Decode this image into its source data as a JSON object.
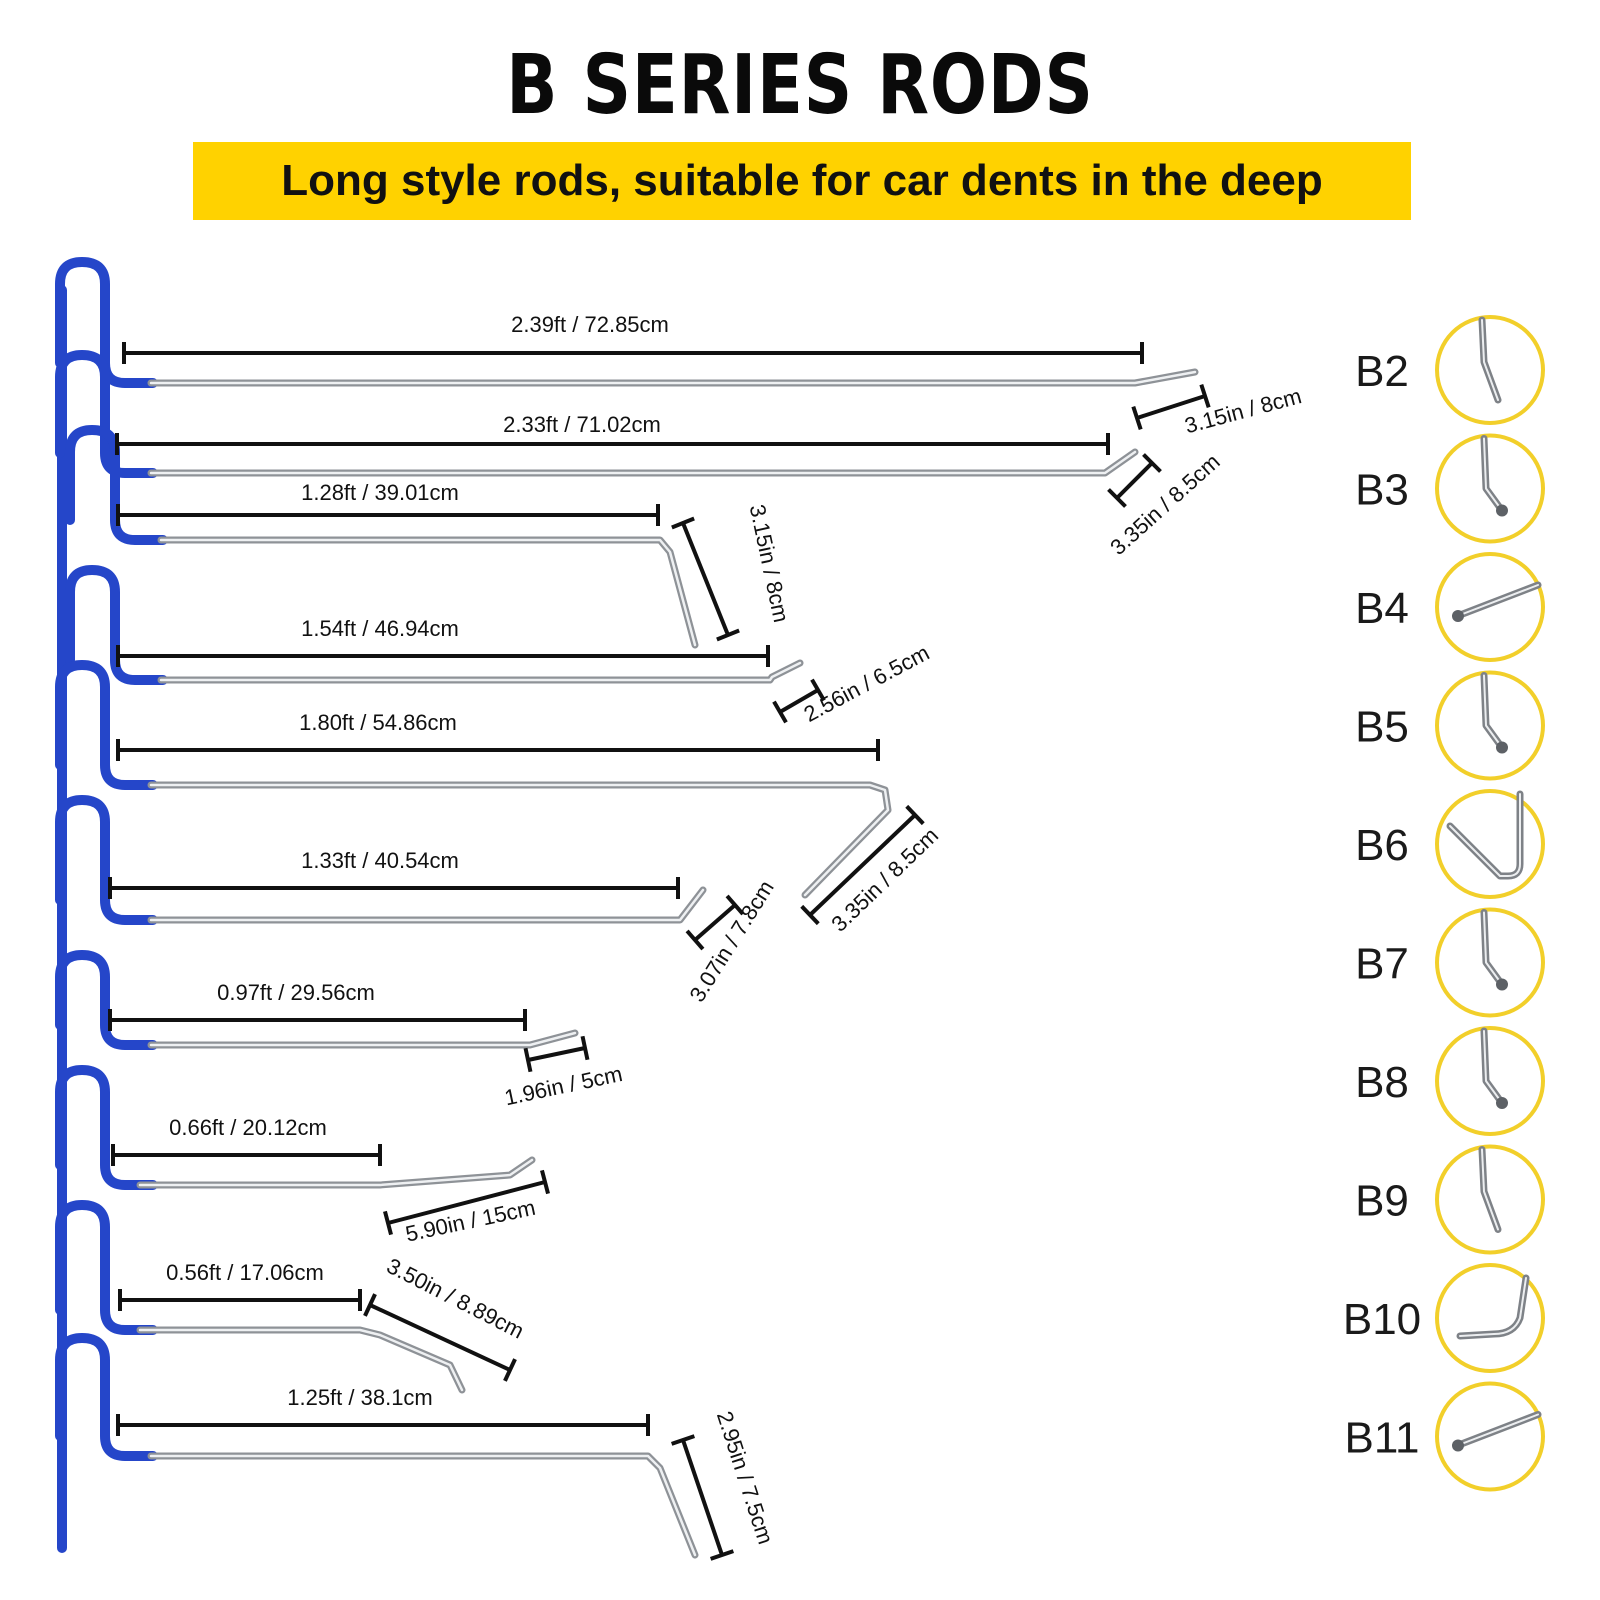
{
  "header": {
    "title": "B SERIES RODS",
    "subtitle": "Long style rods, suitable for car dents in the deep"
  },
  "colors": {
    "banner": "#ffd200",
    "handle": "#2546c9",
    "rod": "#b9bcc0",
    "dimension": "#111111",
    "tip_ring": "#f2cf2a"
  },
  "rods": [
    {
      "id": "B2",
      "length_label": "2.39ft / 72.85cm",
      "tip_label": "3.15in / 8cm"
    },
    {
      "id": "B3",
      "length_label": "2.33ft / 71.02cm",
      "tip_label": "3.35in / 8.5cm"
    },
    {
      "id": "B4",
      "length_label": "1.28ft / 39.01cm",
      "tip_label": "3.15in / 8cm"
    },
    {
      "id": "B5",
      "length_label": "1.54ft / 46.94cm",
      "tip_label": "2.56in / 6.5cm"
    },
    {
      "id": "B6",
      "length_label": "1.80ft / 54.86cm",
      "tip_label": "3.35in / 8.5cm"
    },
    {
      "id": "B7",
      "length_label": "1.33ft / 40.54cm",
      "tip_label": "3.07in / 7.8cm"
    },
    {
      "id": "B8",
      "length_label": "0.97ft / 29.56cm",
      "tip_label": "1.96in / 5cm"
    },
    {
      "id": "B9",
      "length_label": "0.66ft / 20.12cm",
      "tip_label": "5.90in / 15cm"
    },
    {
      "id": "B10",
      "length_label": "0.56ft / 17.06cm",
      "tip_label": "3.50in / 8.89cm"
    },
    {
      "id": "B11",
      "length_label": "1.25ft / 38.1cm",
      "tip_label": "2.95in / 7.5cm"
    }
  ],
  "tip_icons": [
    "bent-point-tip-icon",
    "bent-ball-tip-icon",
    "ball-tip-icon",
    "bent-ball-tip-icon",
    "angled-hook-tip-icon",
    "bent-ball-tip-icon",
    "bent-ball-tip-icon",
    "bent-point-tip-icon",
    "curved-tip-icon",
    "ball-tip-icon"
  ]
}
